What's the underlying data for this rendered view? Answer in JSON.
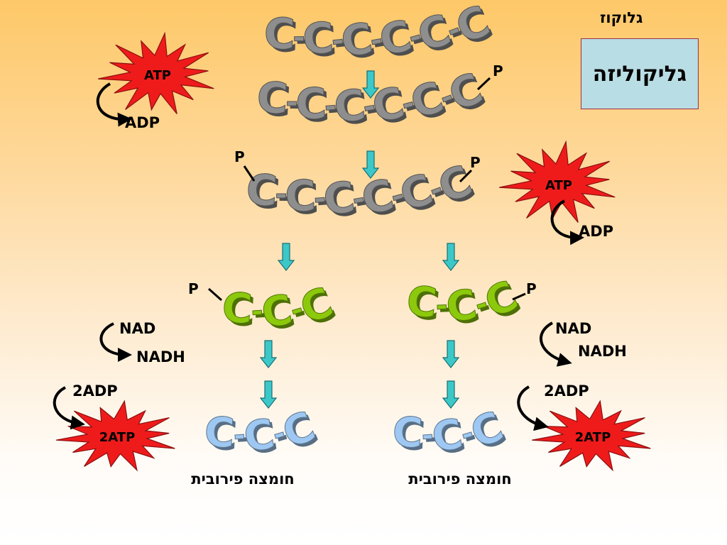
{
  "title": "גליקוליזה",
  "glucose_label": "גלוקוז",
  "phosphate_label": "P",
  "atp_label": "ATP",
  "adp_label": "ADP",
  "nad_label": "NAD",
  "nadh_label": "NADH",
  "adp2_label": "2ADP",
  "atp2_label": "2ATP",
  "pyruvate_label": "חומצה  פירובית",
  "chains": {
    "six_carbon": "C-C-C-C-C-C",
    "three_carbon": "C-C-C"
  },
  "colors": {
    "glucose_chain": "#8e8e8e",
    "triose_chain": "#8cc90c",
    "pyruvate_chain": "#9ec8f2",
    "star": "#ef1b1b",
    "arrow": "#3cc8c8",
    "title_box": "#b9dde4"
  },
  "icons": [
    "curved-arrow-icon",
    "down-arrow-icon",
    "starburst-icon"
  ]
}
